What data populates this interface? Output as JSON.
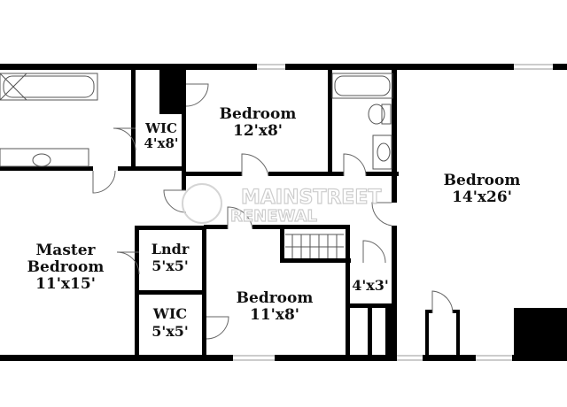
{
  "floorplan": {
    "rooms": [
      {
        "name": "Bedroom",
        "size": "12'x8'"
      },
      {
        "name": "Bedroom",
        "size": "14'x26'"
      },
      {
        "name": "WIC",
        "size": "4'x8'"
      },
      {
        "name": "Master",
        "name2": "Bedroom",
        "size": "11'x15'"
      },
      {
        "name": "Lndr",
        "size": "5'x5'"
      },
      {
        "name": "Bedroom",
        "size": "11'x8'"
      },
      {
        "name": "WIC",
        "size": "5'x5'"
      },
      {
        "size": "4'x3'"
      }
    ],
    "watermark": {
      "line1": "MAINSTREET",
      "line2": "RENEWAL"
    },
    "colors": {
      "wall": "#000000",
      "fixture": "#555555",
      "background": "#ffffff"
    }
  }
}
